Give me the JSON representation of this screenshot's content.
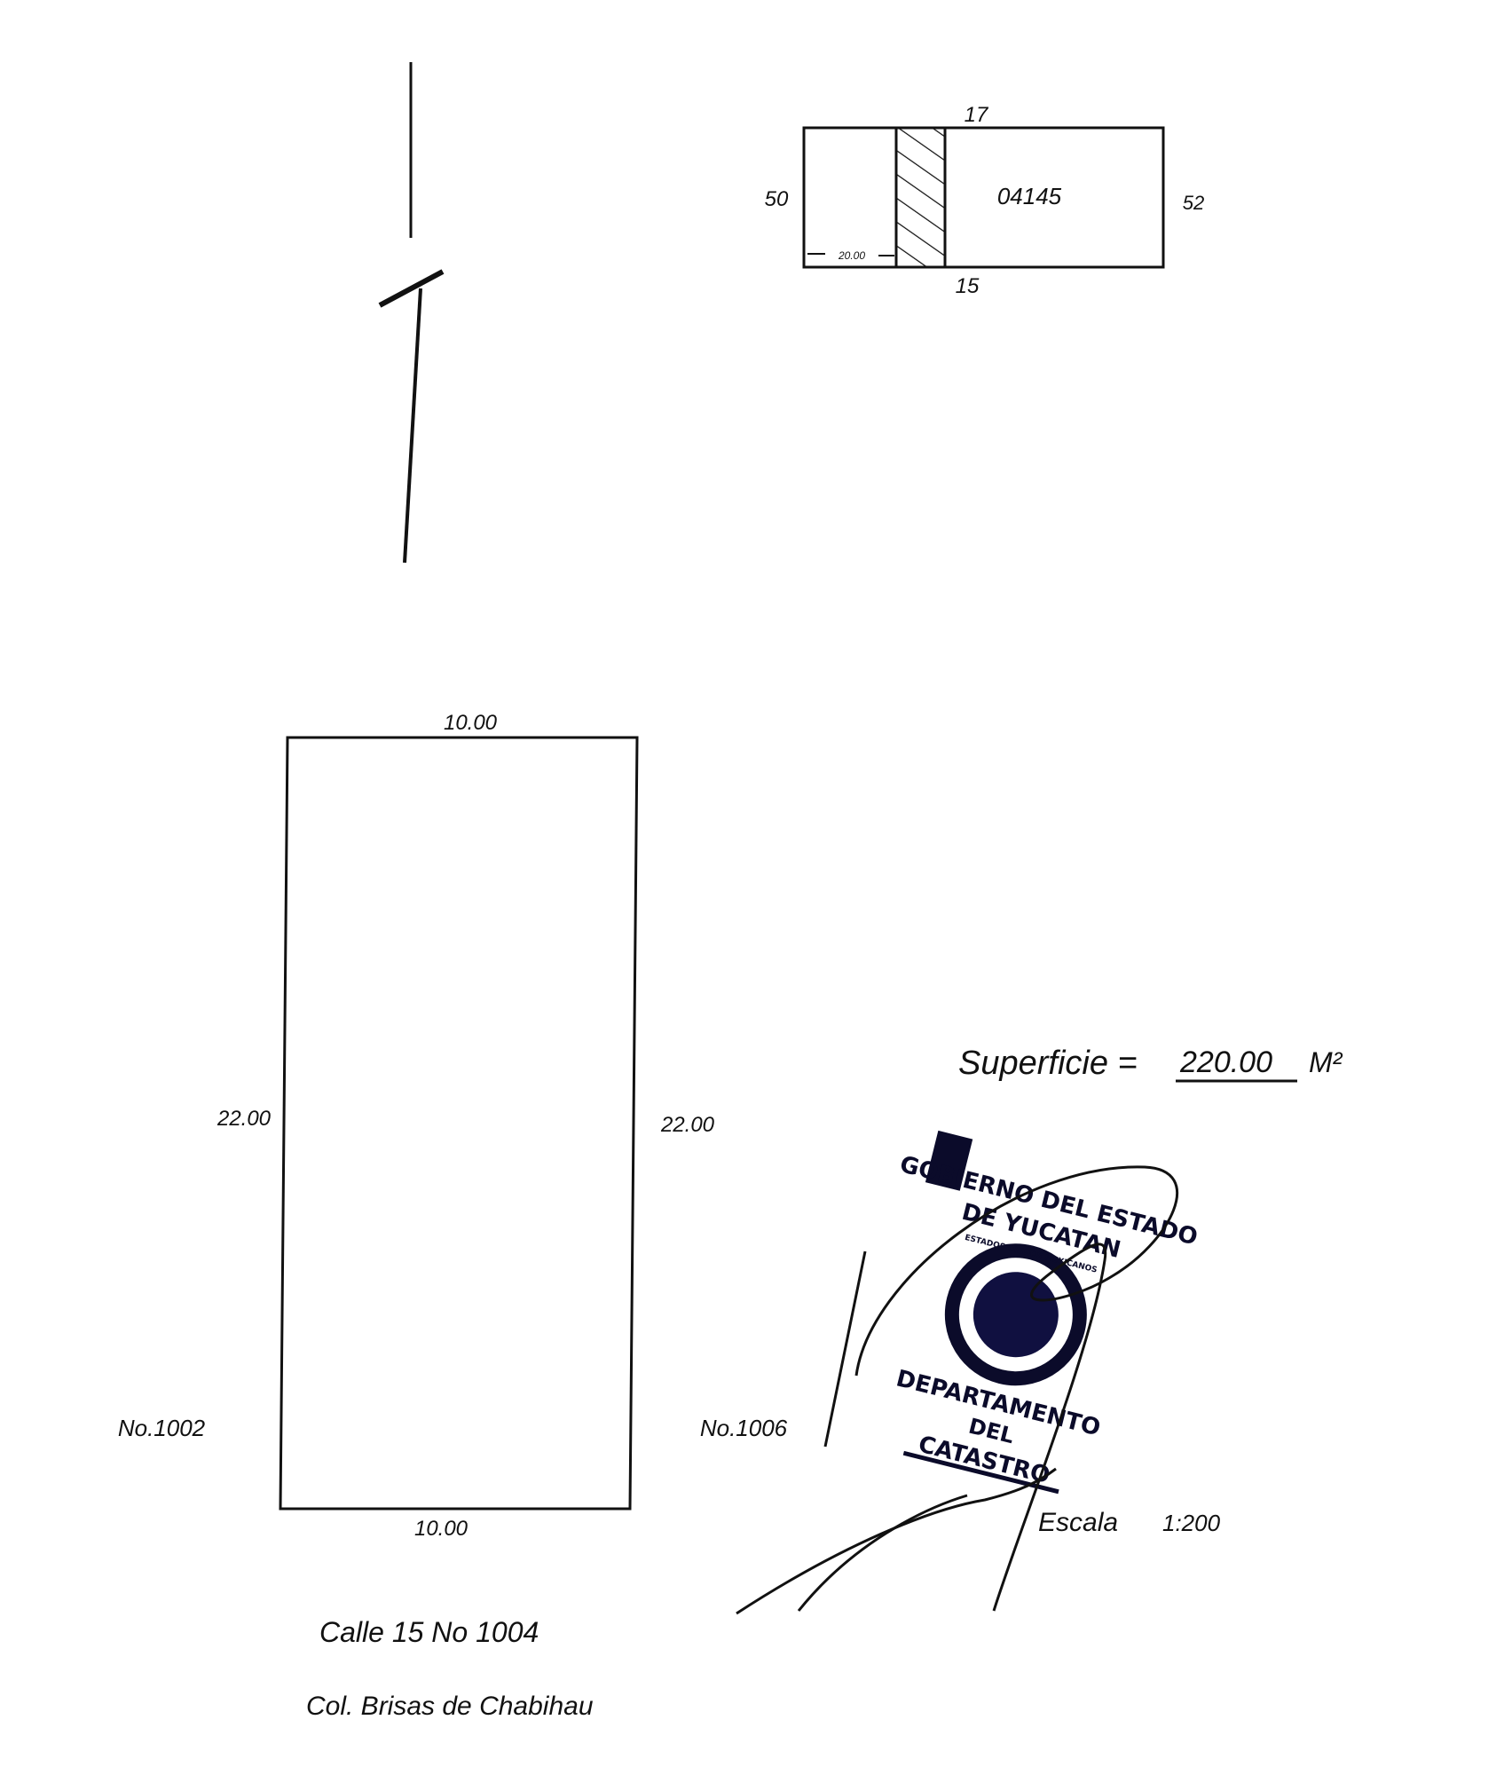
{
  "location_plan": {
    "top": "17",
    "left": "50",
    "right": "52",
    "bottom": "15",
    "lot_id": "04145",
    "offset": "20.00"
  },
  "lot": {
    "top": "10.00",
    "bottom": "10.00",
    "left": "22.00",
    "right": "22.00",
    "neighbor_left": "No.1002",
    "neighbor_right": "No.1006"
  },
  "area": {
    "label": "Superficie =",
    "value": "220.00",
    "unit": "M²"
  },
  "scale": {
    "label": "Escala",
    "value": "1:200"
  },
  "address": {
    "street": "Calle 15 No 1004",
    "colony": "Col. Brisas de Chabihau"
  },
  "stamp": {
    "line1": "GOBIERNO DEL ESTADO",
    "line2": "DE YUCATAN",
    "seal": "ESTADOS UNIDOS MEXICANOS",
    "line3": "DEPARTAMENTO",
    "line4": "DEL",
    "line5": "CATASTRO"
  },
  "colors": {
    "ink": "#111111",
    "stamp_ink": "#0b0b2a"
  }
}
